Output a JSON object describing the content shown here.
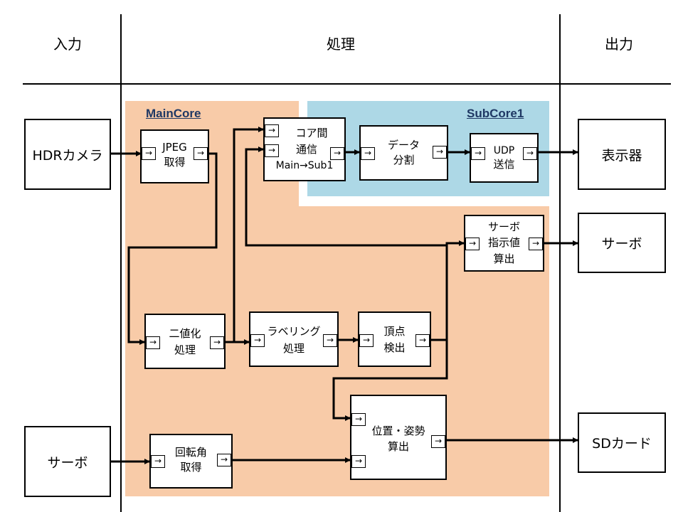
{
  "headers": {
    "input": "入力",
    "process": "処理",
    "output": "出力"
  },
  "regions": {
    "main_core": "MainCore",
    "sub_core": "SubCore1"
  },
  "inputs": {
    "camera": "HDRカメラ",
    "servo": "サーボ"
  },
  "outputs": {
    "display": "表示器",
    "servo": "サーボ",
    "sd_card": "SDカード"
  },
  "process": {
    "jpeg": [
      "JPEG",
      "取得"
    ],
    "comm": [
      "コア間",
      "通信",
      "Main→Sub1"
    ],
    "split": [
      "データ",
      "分割"
    ],
    "udp": [
      "UDP",
      "送信"
    ],
    "servo_cmd": [
      "サーボ",
      "指示値",
      "算出"
    ],
    "binarize": [
      "二値化",
      "処理"
    ],
    "labeling": [
      "ラベリング",
      "処理"
    ],
    "vertex": [
      "頂点",
      "検出"
    ],
    "pose": [
      "位置・姿勢",
      "算出"
    ],
    "angle": [
      "回転角",
      "取得"
    ]
  },
  "port_glyph": "→",
  "colors": {
    "main_core": "#f8cba8",
    "sub_core": "#add8e6",
    "region_label": "#1f3864"
  }
}
